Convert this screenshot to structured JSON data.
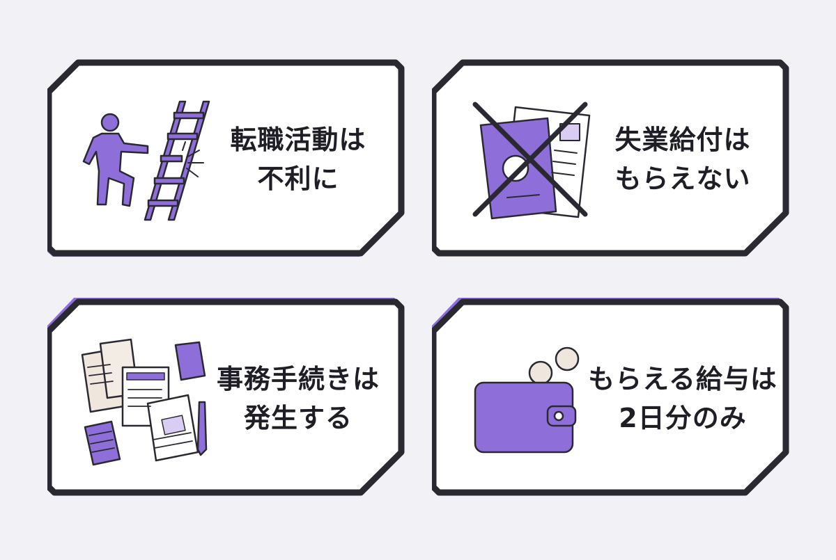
{
  "colors": {
    "accent": "#8e6fd9",
    "border": "#2a2932",
    "card_bg": "#ffffff",
    "background": "#f1f1f6"
  },
  "cards": [
    {
      "icon": "person-climbing-broken-ladder-icon",
      "line1": "転職活動は",
      "line2": "不利に"
    },
    {
      "icon": "crossed-out-documents-icon",
      "line1": "失業給付は",
      "line2": "もらえない"
    },
    {
      "icon": "paperwork-calculator-icon",
      "line1": "事務手続きは",
      "line2": "発生する"
    },
    {
      "icon": "wallet-with-coins-icon",
      "line1": "もらえる給与は",
      "line2": "2日分のみ"
    }
  ]
}
